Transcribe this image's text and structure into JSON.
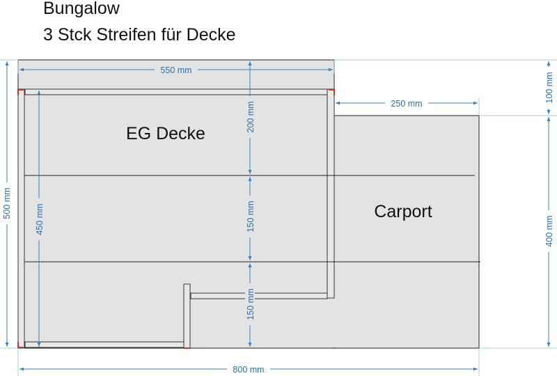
{
  "header": {
    "line1": "Bungalow",
    "line2": "3  Stck Streifen für Decke"
  },
  "areas": {
    "main": "EG Decke",
    "carport": "Carport"
  },
  "dimensions": {
    "top_width": "550 mm",
    "carport_width": "250 mm",
    "overall_width": "800 mm",
    "left_height": "500 mm",
    "inner_height": "450 mm",
    "strip1": "200 mm",
    "strip2": "150 mm",
    "strip3": "150 mm",
    "right_top": "100 mm",
    "right_bottom": "400 mm"
  },
  "colors": {
    "dimension": "#2a6fb0",
    "corner_marker": "#c0392b",
    "panel": "#e3e3e3"
  }
}
